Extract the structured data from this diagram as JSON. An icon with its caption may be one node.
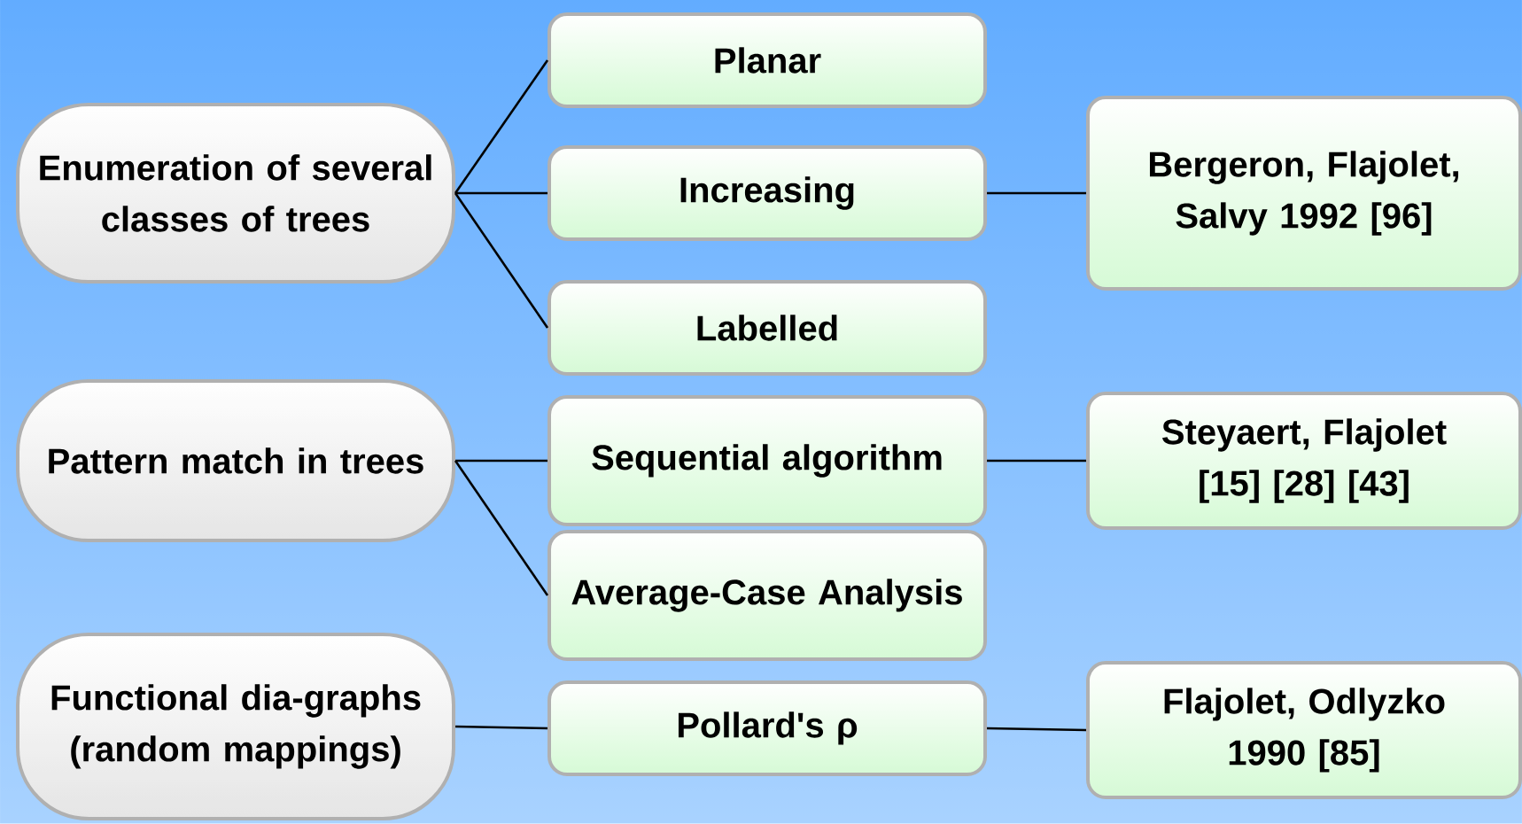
{
  "diagram": {
    "nodes": [
      {
        "text": [
          "Enumeration of several classes of trees"
        ]
      },
      {
        "text": [
          "Planar"
        ]
      },
      {
        "text": [
          "Increasing"
        ]
      },
      {
        "text": [
          "Bergeron, Flajolet, Salvy 1992 [96]"
        ]
      },
      {
        "text": [
          "Labelled"
        ]
      },
      {
        "text": [
          "Pattern match in trees"
        ]
      },
      {
        "text": [
          "Sequential algorithm"
        ]
      },
      {
        "text": [
          "Steyaert, Flajolet [15] [28] [43]"
        ]
      },
      {
        "text": [
          "Average-Case Analysis"
        ]
      },
      {
        "text": [
          "Functional dia-graphs (random mappings)"
        ]
      },
      {
        "text": [
          "Pollard's ρ"
        ]
      },
      {
        "text": [
          "Flajolet, Odlyzko 1990 [85]"
        ]
      }
    ],
    "edges": [
      {
        "from": 0,
        "to": 1,
        "arrow": "none"
      },
      {
        "from": 0,
        "to": 2,
        "arrow": "none"
      },
      {
        "from": 0,
        "to": 4,
        "arrow": "none"
      },
      {
        "from": 2,
        "to": 3,
        "arrow": "none"
      },
      {
        "from": 5,
        "to": 6,
        "arrow": "none"
      },
      {
        "from": 5,
        "to": 8,
        "arrow": "none"
      },
      {
        "from": 6,
        "to": 7,
        "arrow": "none"
      },
      {
        "from": 9,
        "to": 10,
        "arrow": "none"
      },
      {
        "from": 10,
        "to": 11,
        "arrow": "none"
      }
    ]
  }
}
